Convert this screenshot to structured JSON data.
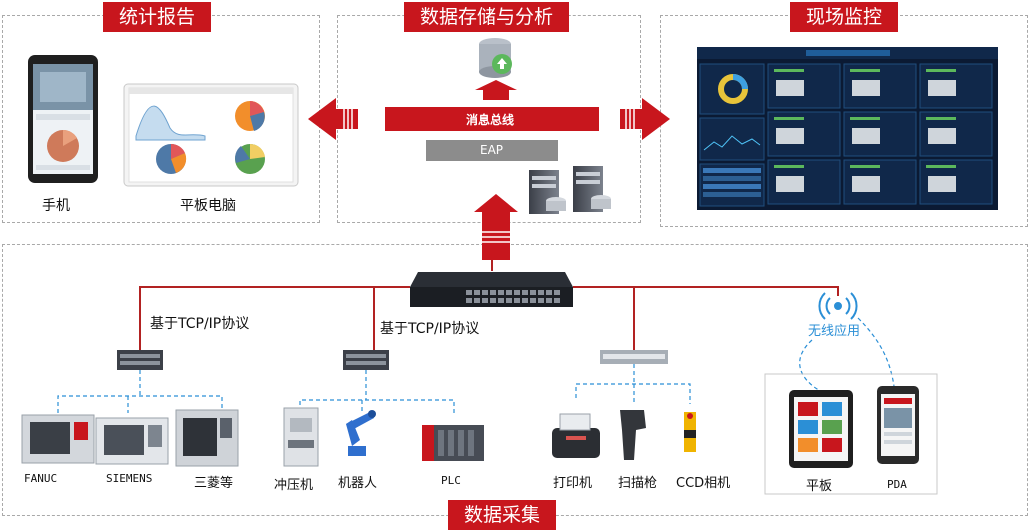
{
  "sections": {
    "stats": "统计报告",
    "storage": "数据存储与分析",
    "monitor": "现场监控",
    "collect": "数据采集"
  },
  "devices": {
    "phone": "手机",
    "tablet_pc": "平板电脑"
  },
  "storage": {
    "message_bus": "消息总线",
    "eap": "EAP"
  },
  "protocol": {
    "left": "基于TCP/IP协议",
    "middle": "基于TCP/IP协议"
  },
  "wireless": {
    "label": "无线应用",
    "tablet": "平板",
    "pda": "PDA"
  },
  "machines": {
    "fanuc": "FANUC",
    "siemens": "SIEMENS",
    "mitsubishi": "三菱等",
    "press": "冲压机",
    "robot": "机器人",
    "plc": "PLC",
    "printer": "打印机",
    "scanner": "扫描枪",
    "ccd": "CCD相机"
  },
  "colors": {
    "accent": "#c8161d",
    "link_line": "#b22222",
    "dashed_link": "#2b8fd6",
    "monitor_bg": "#0b1a33"
  }
}
